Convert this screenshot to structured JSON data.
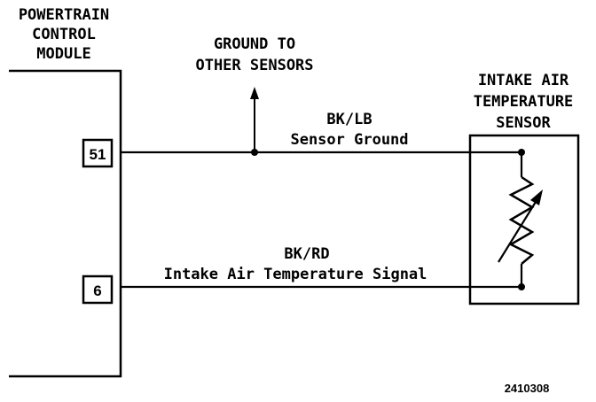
{
  "pcm": {
    "title_lines": [
      "POWERTRAIN",
      "CONTROL",
      "MODULE"
    ],
    "pins": [
      "51",
      "6"
    ]
  },
  "ground_note": {
    "lines": [
      "GROUND TO",
      "OTHER SENSORS"
    ]
  },
  "wires": {
    "top_color_code": "BK/LB",
    "top_name": "Sensor Ground",
    "bottom_color_code": "BK/RD",
    "bottom_name": "Intake Air Temperature Signal"
  },
  "sensor": {
    "title_lines": [
      "INTAKE AIR",
      "TEMPERATURE",
      "SENSOR"
    ]
  },
  "figure_id": "2410308"
}
